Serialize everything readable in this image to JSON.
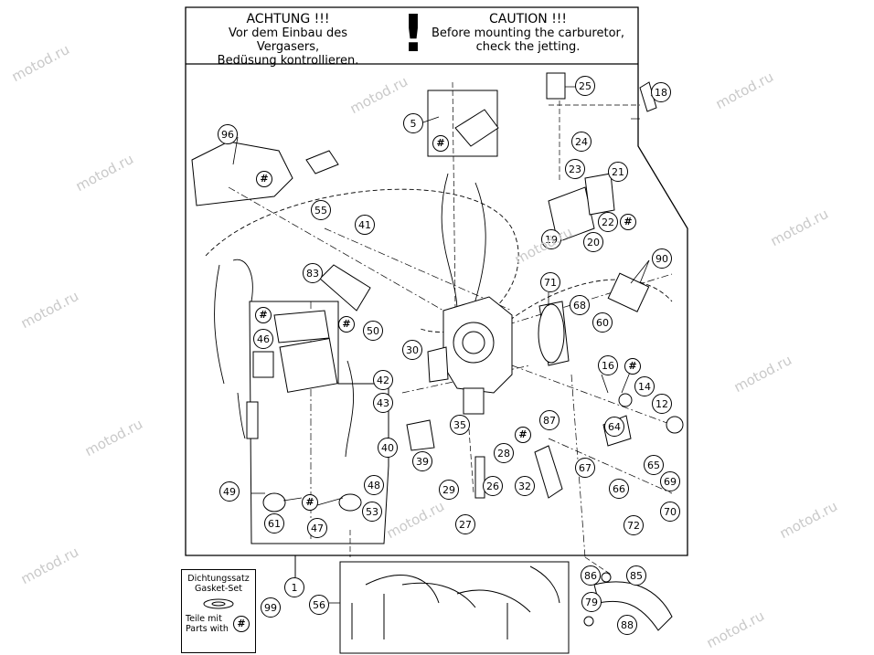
{
  "warning": {
    "de_title": "ACHTUNG !!!",
    "de_line1": "Vor dem Einbau des Vergasers,",
    "de_line2": "Bedüsung kontrollieren.",
    "exclaim": "!",
    "en_title": "CAUTION !!!",
    "en_line1": "Before mounting the carburetor,",
    "en_line2": "check the jetting."
  },
  "hash_symbol": "#",
  "callouts": [
    "1",
    "5",
    "12",
    "14",
    "16",
    "18",
    "19",
    "20",
    "21",
    "22",
    "23",
    "24",
    "25",
    "26",
    "27",
    "28",
    "29",
    "30",
    "32",
    "35",
    "39",
    "40",
    "41",
    "42",
    "43",
    "46",
    "47",
    "48",
    "49",
    "50",
    "53",
    "55",
    "56",
    "60",
    "61",
    "64",
    "65",
    "66",
    "67",
    "68",
    "69",
    "70",
    "71",
    "72",
    "79",
    "83",
    "85",
    "86",
    "87",
    "88",
    "90",
    "96",
    "99"
  ],
  "legend": {
    "line1": "Dichtungssatz",
    "line2": "Gasket-Set",
    "line3": "Teile mit",
    "line4": "Parts with"
  },
  "watermark": "motod.ru"
}
